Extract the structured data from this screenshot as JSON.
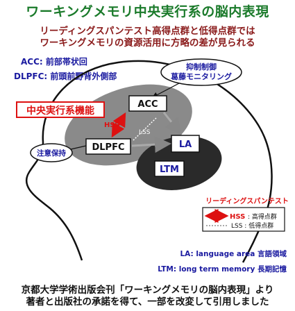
{
  "title": "ワーキングメモリ中央実行系の脳内表現",
  "subtitle": {
    "line1": "リーディングスパンテスト高得点群と低得点群では",
    "line2": "ワーキングメモリの資源活用に方略の差が見られる"
  },
  "definitions": {
    "acc": "ACC: 前部帯状回",
    "dlpfc": "DLPFC: 前頭前野背外側部",
    "la": "LA: language area 言語領域",
    "ltm": "LTM: long term memory 長期記憶"
  },
  "diagram": {
    "central_executive": "中央実行系機能",
    "acc": "ACC",
    "dlpfc": "DLPFC",
    "la": "LA",
    "ltm": "LTM",
    "hss": "HSS",
    "lss": "LSS",
    "inhibition_line1": "抑制制御",
    "inhibition_line2": "葛藤モニタリング",
    "attention": "注意保持"
  },
  "legend": {
    "title": "リーディングスパンテスト",
    "hss": "HSS",
    "hss_desc": ": 高得点群",
    "lss_desc": "LSS : 低得点群"
  },
  "credit": {
    "line1": "京都大学学術出版会刊「ワーキングメモリの脳内表現」より",
    "line2": "著者と出版社の承諾を得て、一部を改変して引用しました"
  },
  "colors": {
    "title": "#1a7a2a",
    "subtitle": "#8a1a1a",
    "blue_text": "#1a1aa0",
    "red": "#dd1111",
    "grey_region": "#8a8a8a",
    "dark_region": "#2a2a2a"
  }
}
